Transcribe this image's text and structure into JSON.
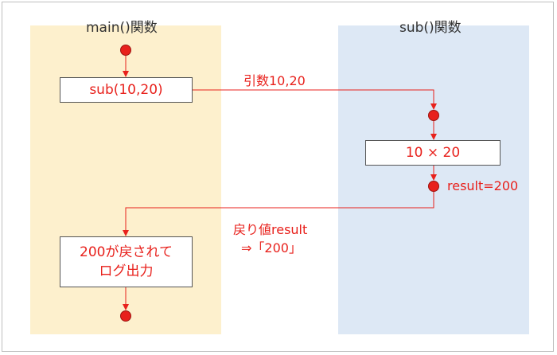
{
  "lanes": {
    "main_title": "main()関数",
    "sub_title": "sub()関数"
  },
  "boxes": {
    "call": "sub(10,20)",
    "output_line1": "200が戻されて",
    "output_line2": "ログ出力",
    "multiply": "10 × 20"
  },
  "labels": {
    "args": "引数10,20",
    "result": "result=200",
    "return_line1": "戻り値result",
    "return_line2": "⇒「200」"
  },
  "colors": {
    "accent": "#e8211c",
    "main_lane": "#fdf0cd",
    "sub_lane": "#dde8f5"
  }
}
